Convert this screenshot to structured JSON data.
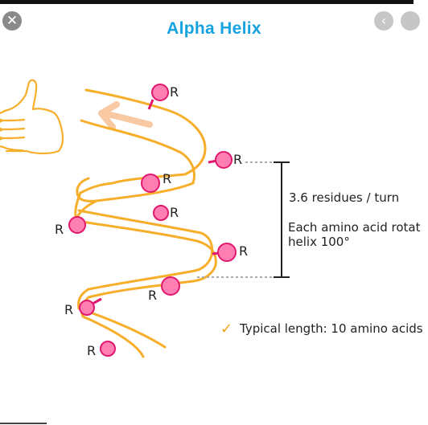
{
  "window": {
    "close_icon_glyph": "✕",
    "back_icon_glyph": "‹"
  },
  "title": "Alpha Helix",
  "diagram": {
    "residue_label": "R",
    "annotations": {
      "residues_per_turn": "3.6 residues / turn",
      "rotation_line1": "Each amino acid rotat",
      "rotation_line2": "helix 100°",
      "check_glyph": "✓",
      "typical_length": "Typical length: 10 amino acids"
    },
    "icons": [
      "thumbs-up-hand-icon",
      "left-arrow-icon",
      "checkmark-icon"
    ]
  },
  "colors": {
    "title": "#17a3e0",
    "helix": "#f7ae2b",
    "residue_fill": "#ff7fb3",
    "residue_stroke": "#e0186e",
    "arrow": "#f8c9a2",
    "checkmark": "#f4a51c",
    "text": "#222222"
  }
}
